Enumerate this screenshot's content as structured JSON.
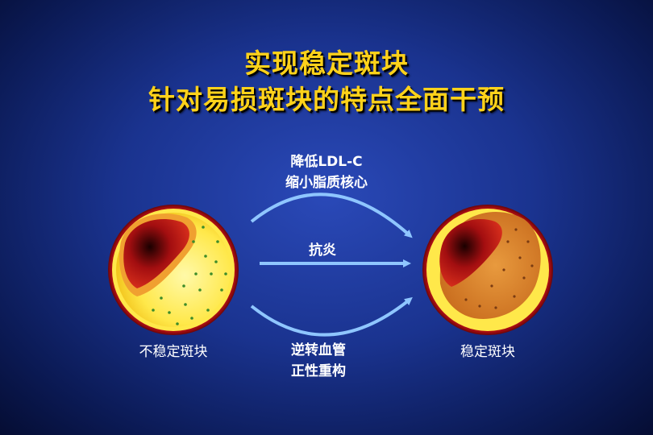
{
  "title": {
    "line1": "实现稳定斑块",
    "line2": "针对易损斑块的特点全面干预"
  },
  "actions": {
    "top_line1": "降低LDL-C",
    "top_line2": "缩小脂质核心",
    "middle": "抗炎",
    "bottom_line1": "逆转血管",
    "bottom_line2": "正性重构"
  },
  "captions": {
    "left": "不稳定斑块",
    "right": "稳定斑块"
  },
  "colors": {
    "title": "#ffd21a",
    "arrow": "#8fc6ff",
    "vessel_wall": "#c8141a",
    "lipid_core": "#ffe14a",
    "fibrous_cap_stable": "#d9832a"
  }
}
